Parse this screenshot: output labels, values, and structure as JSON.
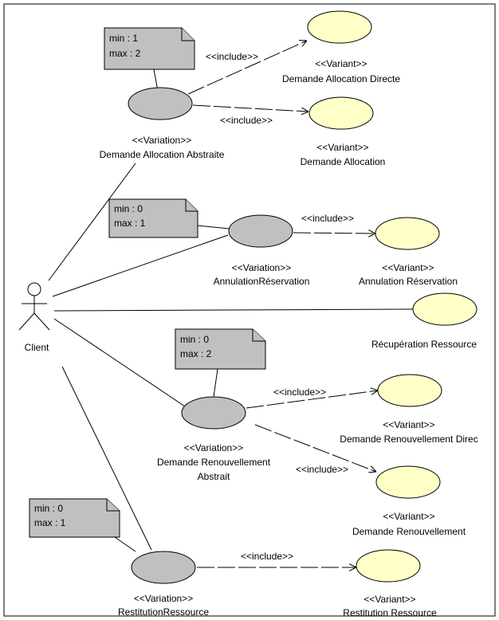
{
  "actor": {
    "name": "Client"
  },
  "stereotypes": {
    "variation": "<<Variation>>",
    "variant": "<<Variant>>",
    "include": "<<include>>"
  },
  "groups": [
    {
      "id": "allocation",
      "variation_label": "Demande Allocation Abstraite",
      "note": {
        "min": "min : 1",
        "max": "max : 2"
      },
      "variants": [
        "Demande Allocation Directe",
        "Demande Allocation"
      ]
    },
    {
      "id": "annulation",
      "variation_label": "AnnulationRéservation",
      "note": {
        "min": "min : 0",
        "max": "max : 1"
      },
      "variants": [
        "Annulation Réservation"
      ]
    },
    {
      "id": "recuperation",
      "usecase_label": "Récupération Ressource"
    },
    {
      "id": "renouvellement",
      "variation_label_line1": "Demande Renouvellement",
      "variation_label_line2": "Abstrait",
      "note": {
        "min": "min : 0",
        "max": "max : 2"
      },
      "variants": [
        "Demande Renouvellement Direc",
        "Demande Renouvellement"
      ]
    },
    {
      "id": "restitution",
      "variation_label": "RestitutionRessource",
      "note": {
        "min": "min : 0",
        "max": "max : 1"
      },
      "variants": [
        "Restitution Ressource"
      ]
    }
  ]
}
